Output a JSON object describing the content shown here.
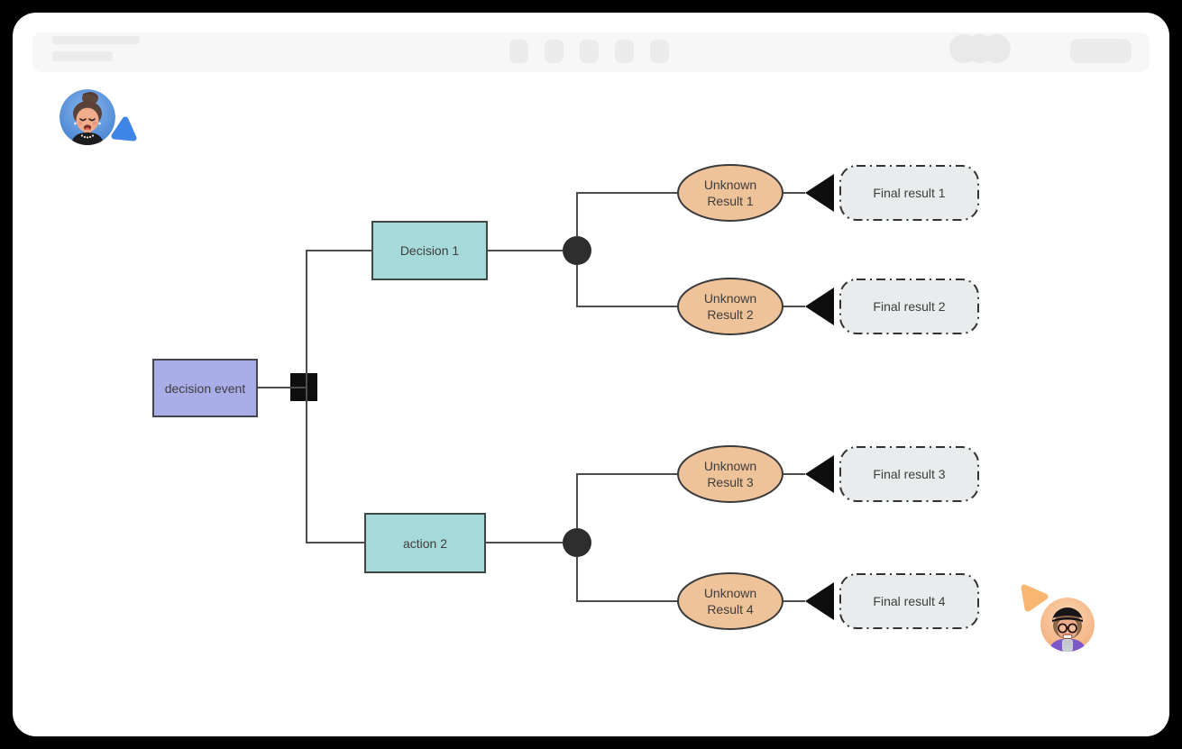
{
  "toolbar": {
    "placeholder_buttons": 5,
    "avatar_circles": 3
  },
  "diagram": {
    "root": {
      "label": "decision event",
      "fill": "#a9aee9"
    },
    "branches": [
      {
        "label": "Decision 1",
        "fill": "#a6dada",
        "outcomes": [
          {
            "line1": "Unknown",
            "line2": "Result 1",
            "final_label": "Final result 1"
          },
          {
            "line1": "Unknown",
            "line2": "Result 2",
            "final_label": "Final result 2"
          }
        ]
      },
      {
        "label": "action 2",
        "fill": "#a6dada",
        "outcomes": [
          {
            "line1": "Unknown",
            "line2": "Result 3",
            "final_label": "Final result 3"
          },
          {
            "line1": "Unknown",
            "line2": "Result 4",
            "final_label": "Final result 4"
          }
        ]
      }
    ],
    "outcome_fill": "#efc39a",
    "final_fill": "#e9ecec",
    "line_color": "#4d4d4d",
    "junction_color": "#2e2e2e",
    "arrow_color": "#0e0e0e"
  },
  "collaborators": [
    {
      "position": "top-left",
      "cursor_color": "#3f85e8"
    },
    {
      "position": "bottom-right",
      "cursor_color": "#f9b670"
    }
  ]
}
